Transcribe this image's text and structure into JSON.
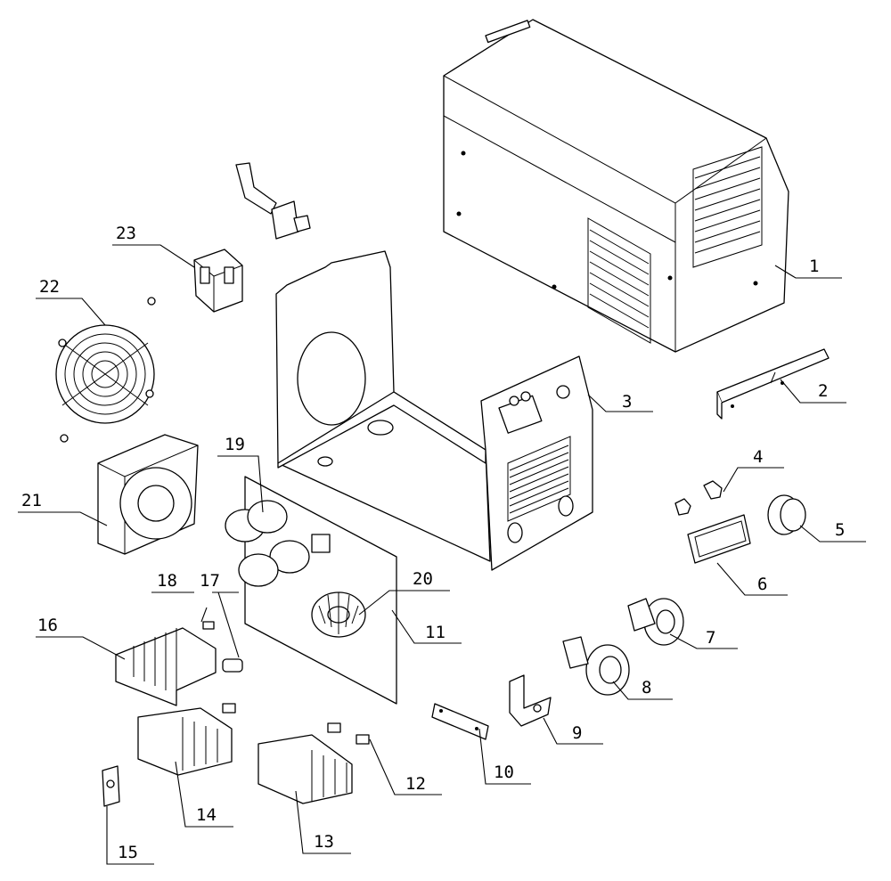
{
  "colors": {
    "line": "#000000",
    "background": "#ffffff"
  },
  "callouts": {
    "c1": "1",
    "c2": "2",
    "c3": "3",
    "c4": "4",
    "c5": "5",
    "c6": "6",
    "c7": "7",
    "c8": "8",
    "c9": "9",
    "c10": "10",
    "c11": "11",
    "c12": "12",
    "c13": "13",
    "c14": "14",
    "c15": "15",
    "c16": "16",
    "c17": "17",
    "c18": "18",
    "c19": "19",
    "c20": "20",
    "c21": "21",
    "c22": "22",
    "c23": "23"
  }
}
